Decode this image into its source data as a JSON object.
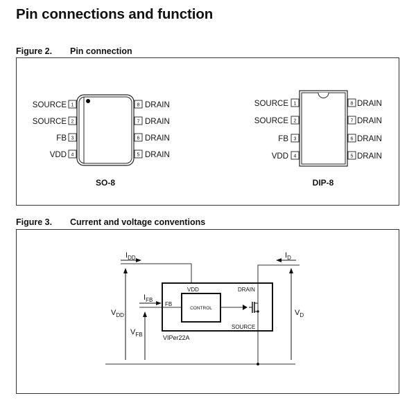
{
  "section_title": "Pin connections and function",
  "figure2": {
    "number": "Figure 2.",
    "title": "Pin connection",
    "packages": [
      {
        "name": "SO-8",
        "left_pins": [
          {
            "num": "1",
            "label": "SOURCE"
          },
          {
            "num": "2",
            "label": "SOURCE"
          },
          {
            "num": "3",
            "label": "FB"
          },
          {
            "num": "4",
            "label": "VDD"
          }
        ],
        "right_pins": [
          {
            "num": "8",
            "label": "DRAIN"
          },
          {
            "num": "7",
            "label": "DRAIN"
          },
          {
            "num": "6",
            "label": "DRAIN"
          },
          {
            "num": "5",
            "label": "DRAIN"
          }
        ]
      },
      {
        "name": "DIP-8",
        "left_pins": [
          {
            "num": "1",
            "label": "SOURCE"
          },
          {
            "num": "2",
            "label": "SOURCE"
          },
          {
            "num": "3",
            "label": "FB"
          },
          {
            "num": "4",
            "label": "VDD"
          }
        ],
        "right_pins": [
          {
            "num": "8",
            "label": "DRAIN"
          },
          {
            "num": "7",
            "label": "DRAIN"
          },
          {
            "num": "6",
            "label": "DRAIN"
          },
          {
            "num": "5",
            "label": "DRAIN"
          }
        ]
      }
    ]
  },
  "figure3": {
    "number": "Figure 3.",
    "title": "Current and voltage conventions",
    "labels": {
      "idd": {
        "main": "I",
        "sub": "DD"
      },
      "id": {
        "main": "I",
        "sub": "D"
      },
      "ifb": {
        "main": "I",
        "sub": "FB"
      },
      "vdd": {
        "main": "V",
        "sub": "DD"
      },
      "vfb": {
        "main": "V",
        "sub": "FB"
      },
      "vd": {
        "main": "V",
        "sub": "D"
      },
      "pin_vdd": "VDD",
      "pin_drain": "DRAIN",
      "pin_fb": "FB",
      "pin_source": "SOURCE",
      "control": "CONTROL",
      "device": "VIPer22A"
    }
  }
}
